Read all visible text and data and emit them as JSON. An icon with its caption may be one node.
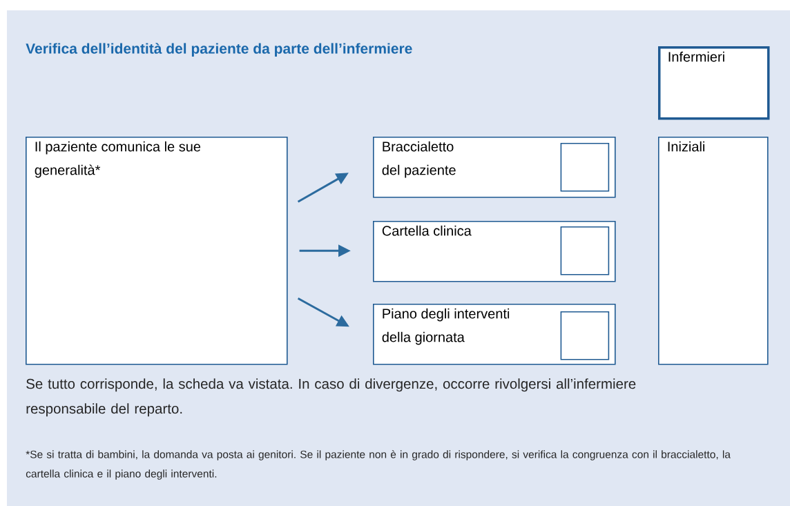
{
  "diagram": {
    "title": "Verifica dell’identità del paziente da parte dell’infermiere",
    "nodes": [
      {
        "text": [
          "Il paziente comunica le sue generalità*"
        ]
      },
      {
        "text": [
          "Braccialetto del paziente"
        ]
      },
      {
        "text": [],
        "shape": "box",
        "in": 1
      },
      {
        "text": [
          "Cartella clinica"
        ]
      },
      {
        "text": [],
        "shape": "box",
        "in": 3
      },
      {
        "text": [
          "Piano degli interventi della giornata"
        ]
      },
      {
        "text": [],
        "shape": "box",
        "in": 5
      },
      {
        "text": [
          "Infermieri"
        ]
      },
      {
        "text": [
          "Iniziali"
        ]
      }
    ],
    "edges": [
      {
        "from": 0,
        "to": 1,
        "arrow": "to"
      },
      {
        "from": 0,
        "to": 3,
        "arrow": "to"
      },
      {
        "from": 0,
        "to": 5,
        "arrow": "to"
      }
    ],
    "labels": [
      "Se tutto corrisponde, la scheda va vistata. In caso di divergenze, occorre rivolgersi all’infermiere responsabile del reparto.",
      "*Se si tratta di bambini, la domanda va posta ai genitori. Se il paziente non è in grado di rispondere, si verifica la congruenza con il braccialetto, la cartella clinica e il piano degli interventi."
    ]
  }
}
